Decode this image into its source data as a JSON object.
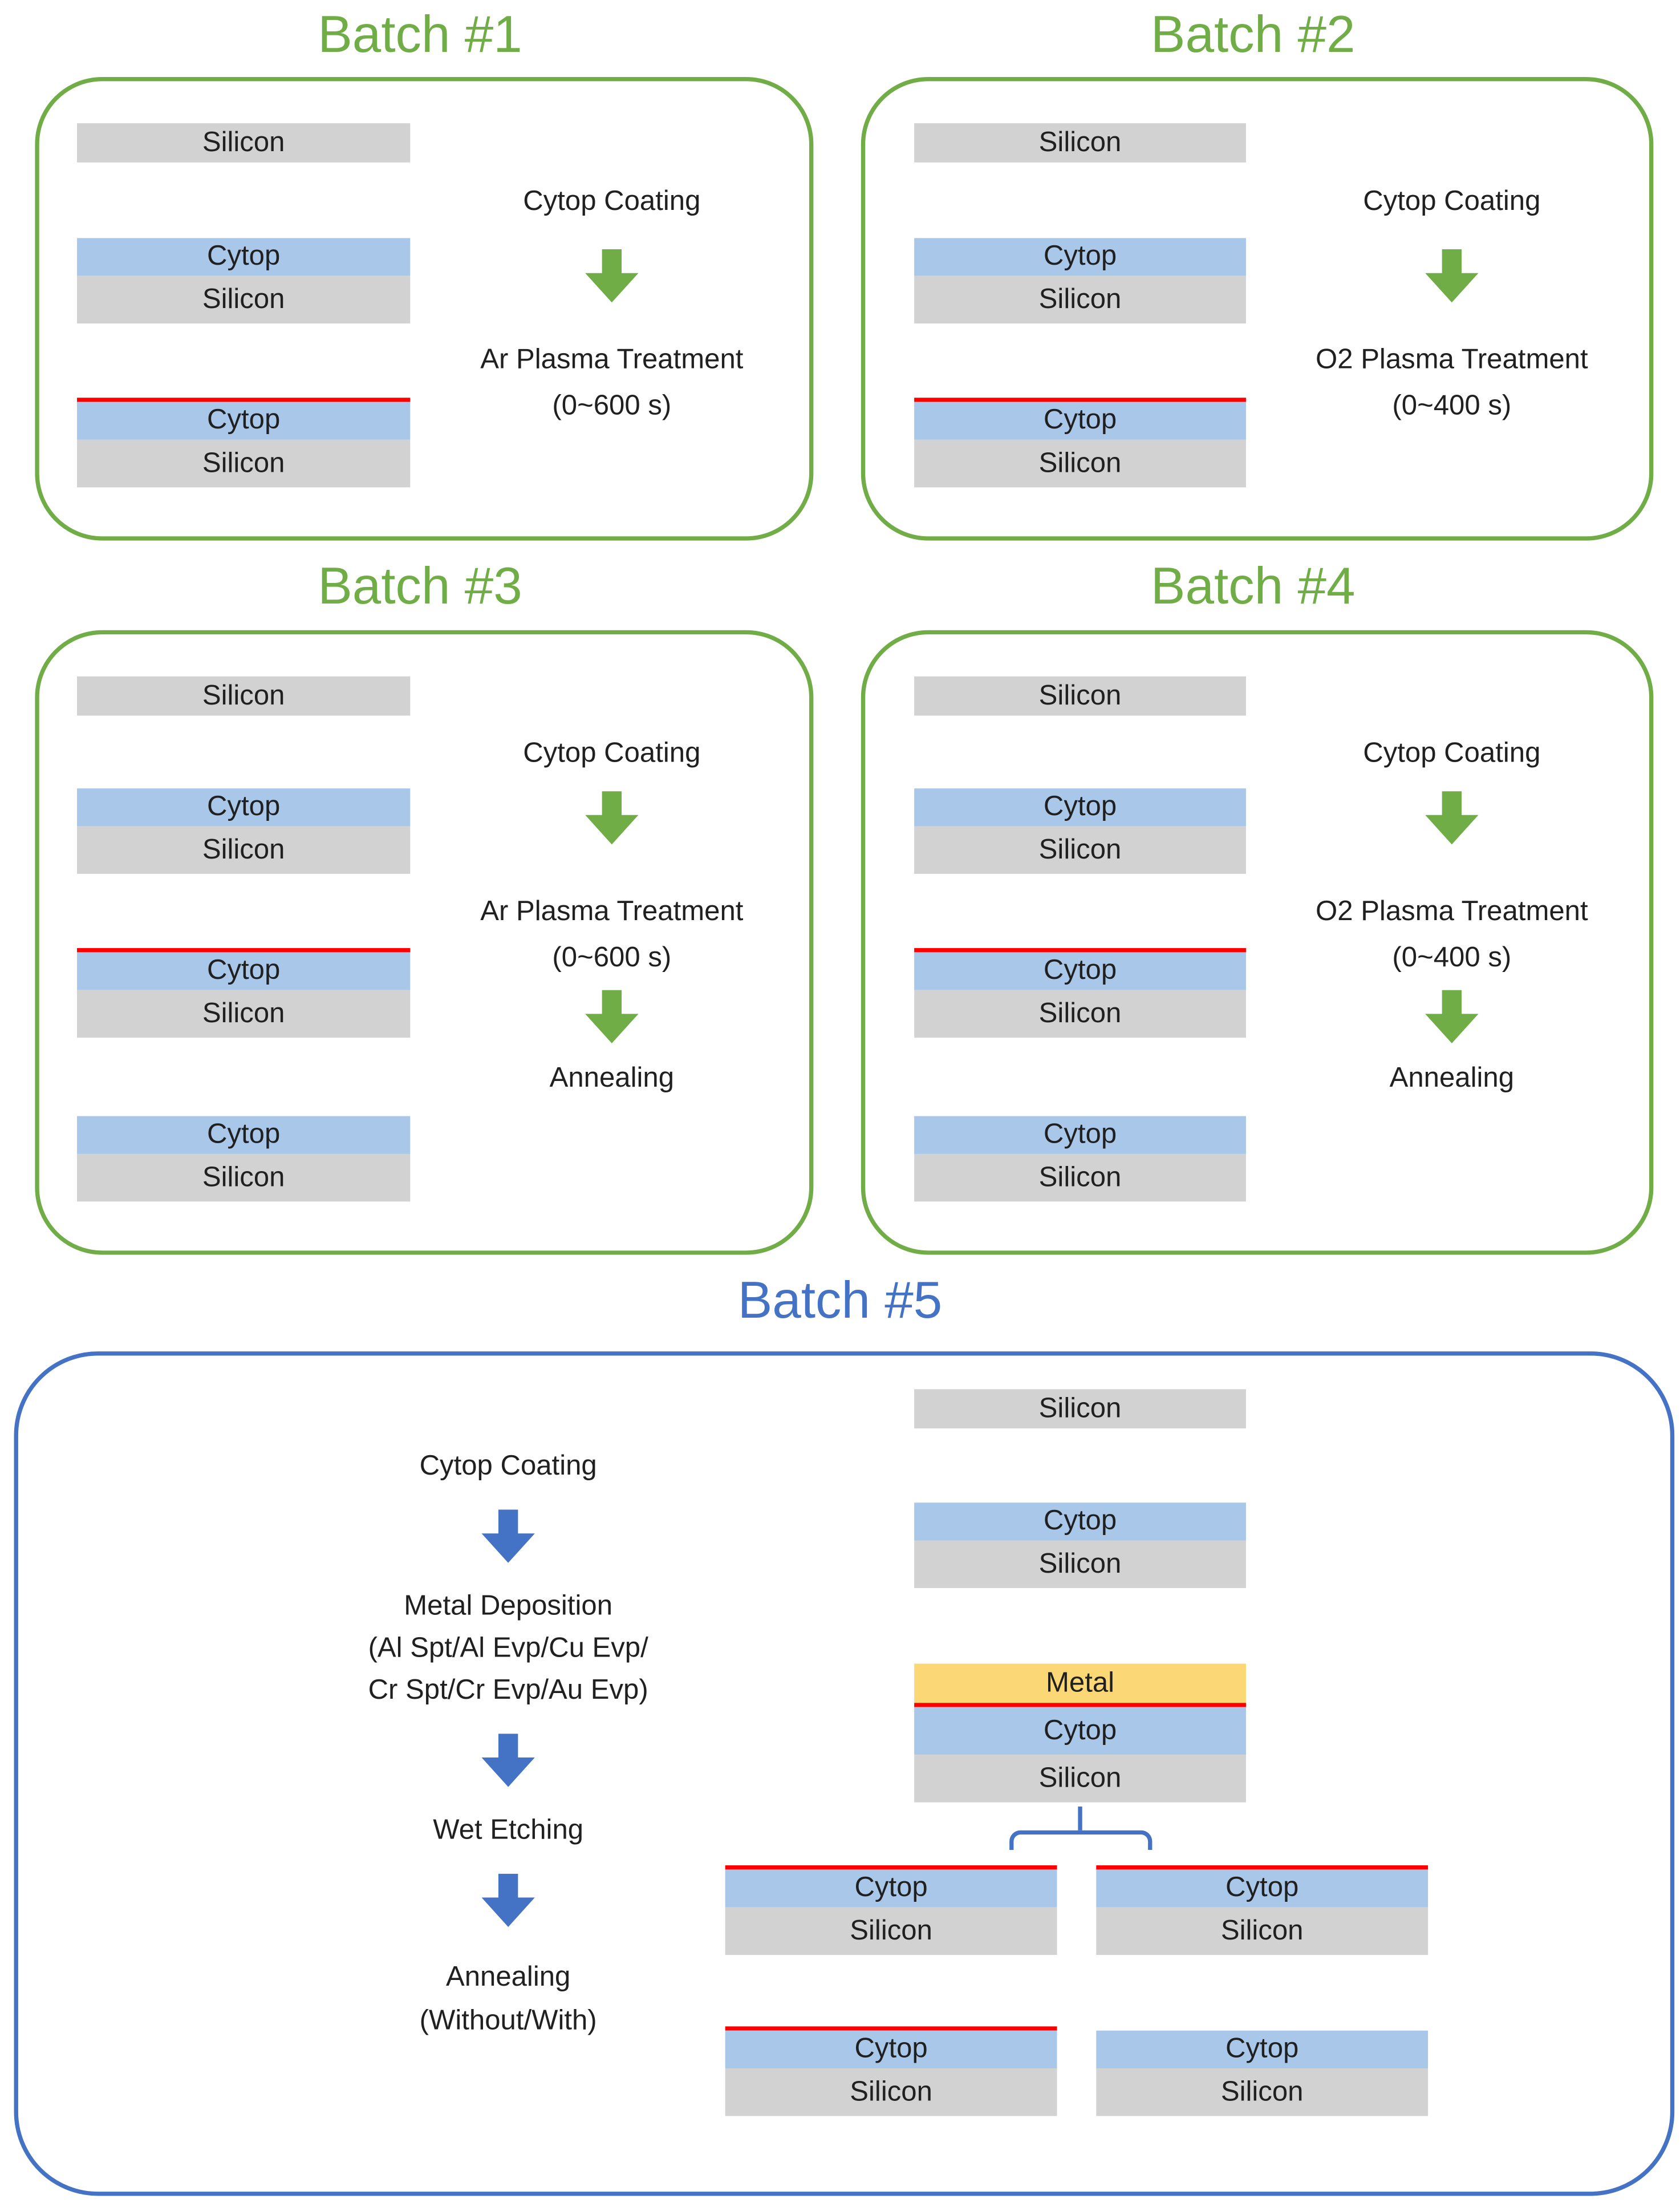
{
  "colors": {
    "green_accent": "#70AD47",
    "blue_accent": "#4472C4",
    "cytop_fill": "#A9C8E9",
    "silicon_fill": "#D2D2D2",
    "metal_fill": "#FBD875",
    "plasma_treated_surface_line": "#FF0000",
    "text": "#202020"
  },
  "batches": [
    {
      "title": "Batch #1",
      "theme": "green",
      "stacks": [
        {
          "layers": [
            "Silicon"
          ],
          "plasma_surface": false
        },
        {
          "layers": [
            "Cytop",
            "Silicon"
          ],
          "plasma_surface": false
        },
        {
          "layers": [
            "Cytop",
            "Silicon"
          ],
          "plasma_surface": true
        }
      ],
      "steps": [
        {
          "label": "Cytop Coating"
        },
        {
          "label": "Ar Plasma Treatment",
          "sublabel": "(0~600 s)"
        }
      ]
    },
    {
      "title": "Batch #2",
      "theme": "green",
      "stacks": [
        {
          "layers": [
            "Silicon"
          ],
          "plasma_surface": false
        },
        {
          "layers": [
            "Cytop",
            "Silicon"
          ],
          "plasma_surface": false
        },
        {
          "layers": [
            "Cytop",
            "Silicon"
          ],
          "plasma_surface": true
        }
      ],
      "steps": [
        {
          "label": "Cytop Coating"
        },
        {
          "label": "O2 Plasma Treatment",
          "sublabel": "(0~400 s)"
        }
      ]
    },
    {
      "title": "Batch #3",
      "theme": "green",
      "stacks": [
        {
          "layers": [
            "Silicon"
          ],
          "plasma_surface": false
        },
        {
          "layers": [
            "Cytop",
            "Silicon"
          ],
          "plasma_surface": false
        },
        {
          "layers": [
            "Cytop",
            "Silicon"
          ],
          "plasma_surface": true
        },
        {
          "layers": [
            "Cytop",
            "Silicon"
          ],
          "plasma_surface": false
        }
      ],
      "steps": [
        {
          "label": "Cytop Coating"
        },
        {
          "label": "Ar Plasma Treatment",
          "sublabel": "(0~600 s)"
        },
        {
          "label": "Annealing"
        }
      ]
    },
    {
      "title": "Batch #4",
      "theme": "green",
      "stacks": [
        {
          "layers": [
            "Silicon"
          ],
          "plasma_surface": false
        },
        {
          "layers": [
            "Cytop",
            "Silicon"
          ],
          "plasma_surface": false
        },
        {
          "layers": [
            "Cytop",
            "Silicon"
          ],
          "plasma_surface": true
        },
        {
          "layers": [
            "Cytop",
            "Silicon"
          ],
          "plasma_surface": false
        }
      ],
      "steps": [
        {
          "label": "Cytop Coating"
        },
        {
          "label": "O2 Plasma Treatment",
          "sublabel": "(0~400 s)"
        },
        {
          "label": "Annealing"
        }
      ]
    },
    {
      "title": "Batch #5",
      "theme": "blue",
      "steps": [
        {
          "label": "Cytop Coating"
        },
        {
          "label": "Metal Deposition",
          "sublabel": "(Al Spt/Al Evp/Cu Evp/",
          "sublabel2": "Cr Spt/Cr Evp/Au Evp)"
        },
        {
          "label": "Wet Etching"
        },
        {
          "label": "Annealing",
          "sublabel": "(Without/With)"
        }
      ],
      "stacks": [
        {
          "layers": [
            "Silicon"
          ],
          "plasma_surface": false
        },
        {
          "layers": [
            "Cytop",
            "Silicon"
          ],
          "plasma_surface": false
        },
        {
          "layers": [
            "Metal",
            "Cytop",
            "Silicon"
          ],
          "plasma_surface_below_metal": true
        }
      ],
      "result_stacks": [
        {
          "layers": [
            "Cytop",
            "Silicon"
          ],
          "plasma_surface": true
        },
        {
          "layers": [
            "Cytop",
            "Silicon"
          ],
          "plasma_surface": true
        },
        {
          "layers": [
            "Cytop",
            "Silicon"
          ],
          "plasma_surface": true
        },
        {
          "layers": [
            "Cytop",
            "Silicon"
          ],
          "plasma_surface": false
        }
      ]
    }
  ]
}
